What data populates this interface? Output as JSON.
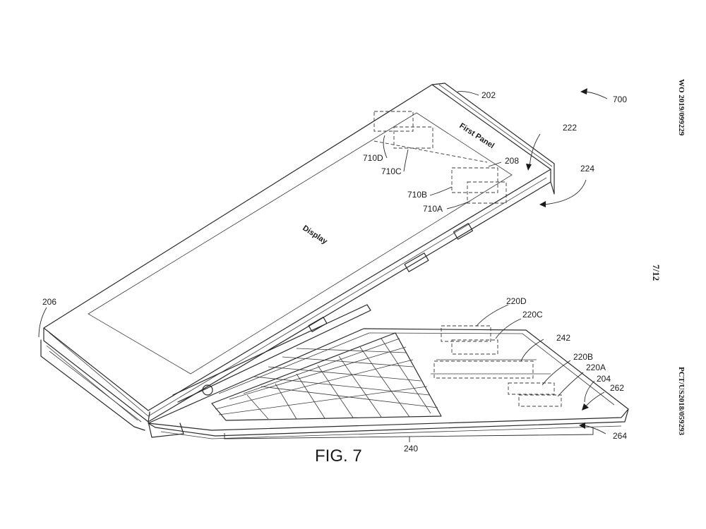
{
  "header": {
    "doc_number": "WO 2019/099229",
    "sheet": "7/12",
    "app_number": "PCT/US2018/059293"
  },
  "figure": {
    "caption": "FIG. 7",
    "panel_text": "First Panel",
    "display_text": "Display"
  },
  "refs": {
    "r700": "700",
    "r202": "202",
    "r222": "222",
    "r224": "224",
    "r208": "208",
    "r710D": "710D",
    "r710C": "710C",
    "r710B": "710B",
    "r710A": "710A",
    "r206": "206",
    "r220D": "220D",
    "r220C": "220C",
    "r242": "242",
    "r220B": "220B",
    "r220A": "220A",
    "r204": "204",
    "r262": "262",
    "r264": "264",
    "r240": "240"
  }
}
